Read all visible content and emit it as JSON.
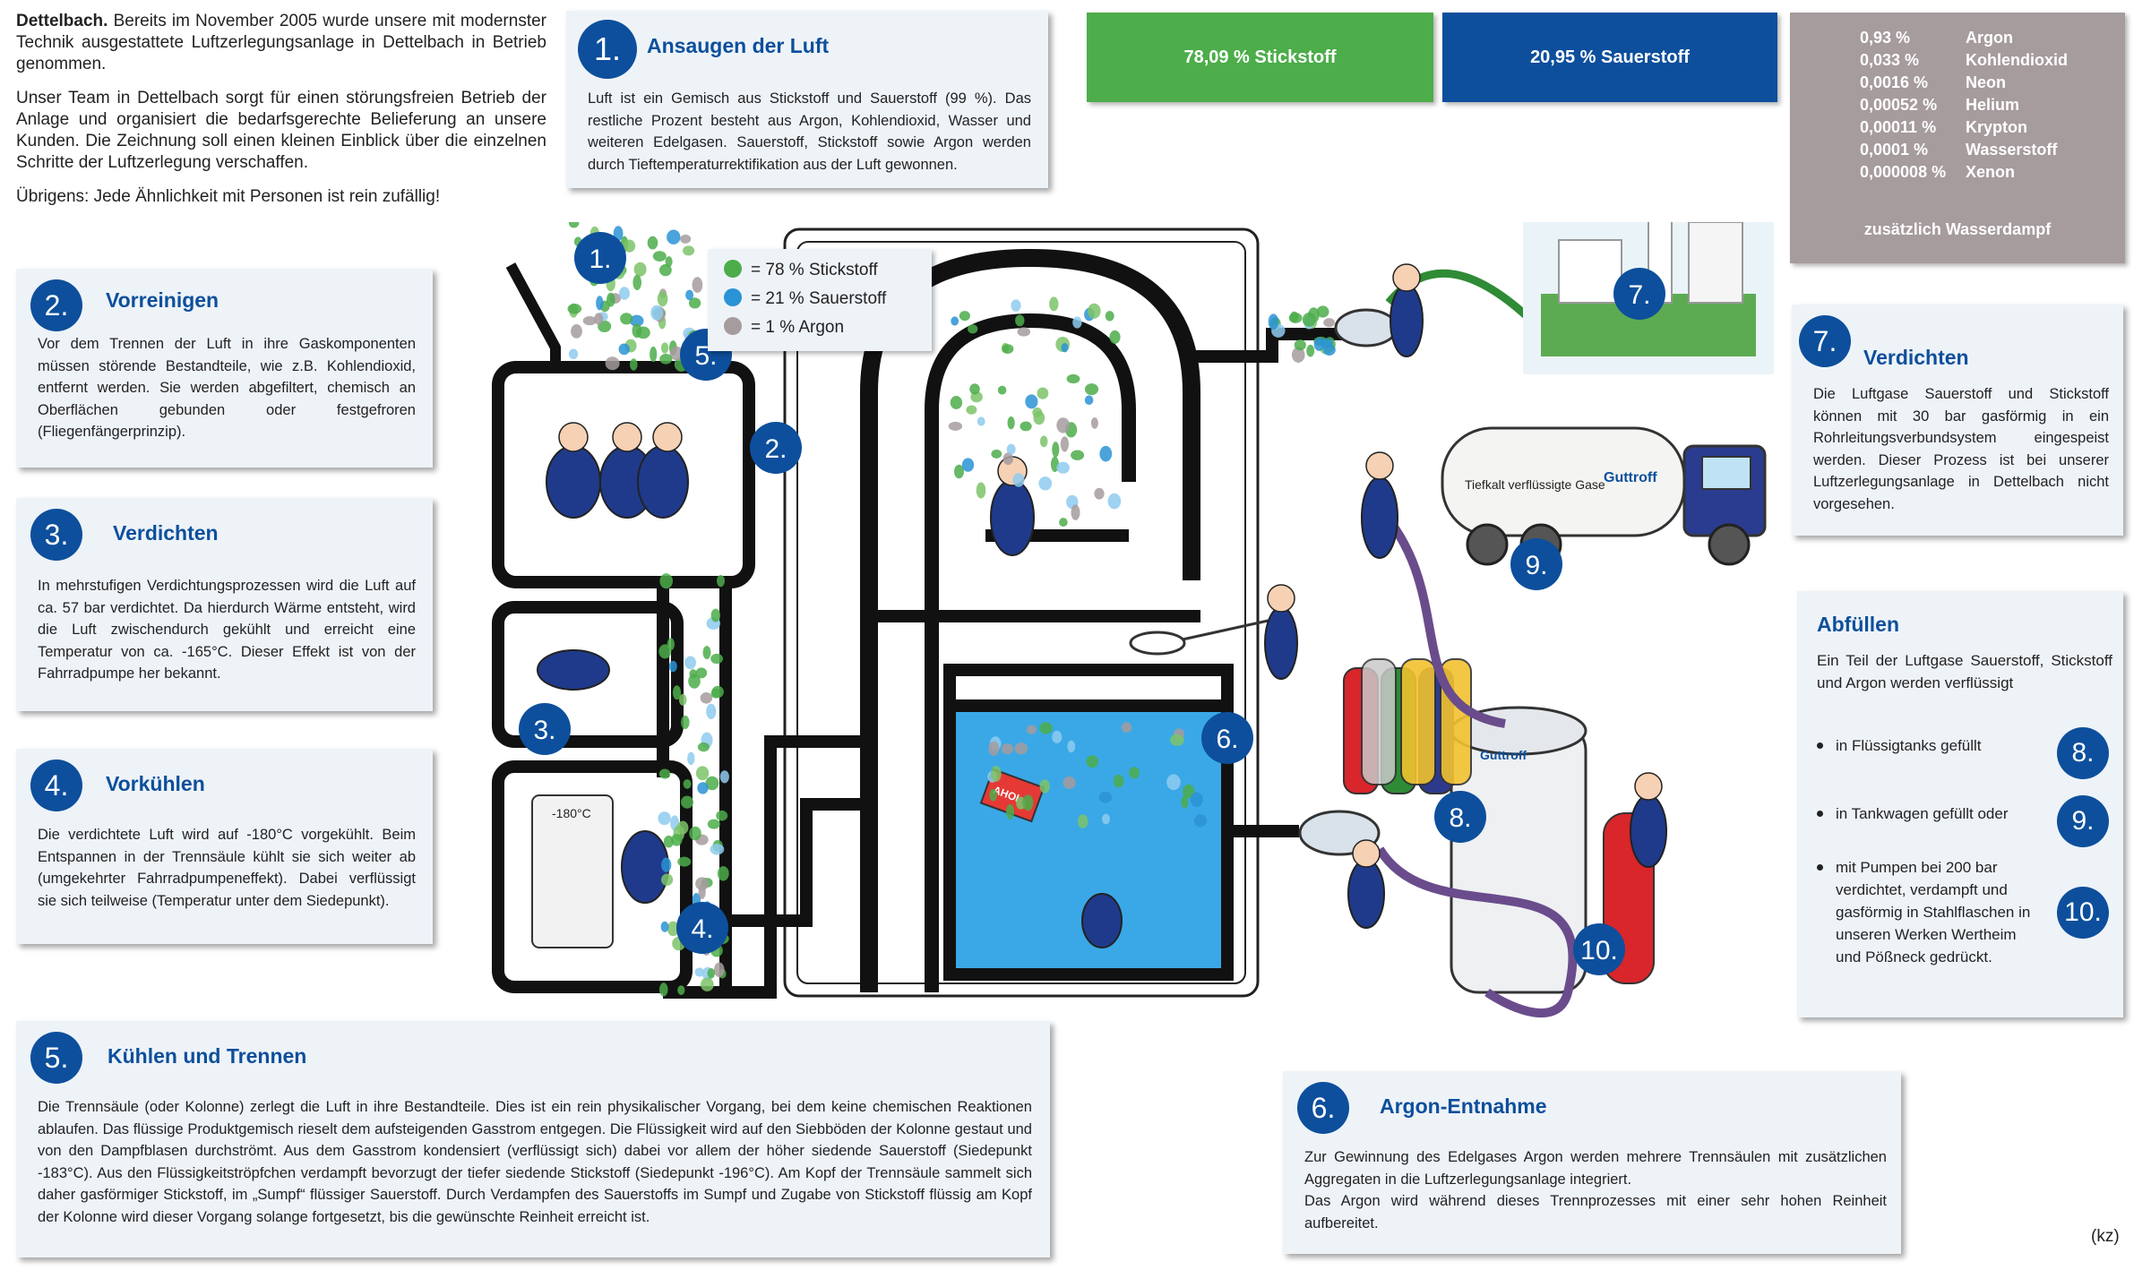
{
  "colors": {
    "blue": "#0d4f9c",
    "green": "#4cad4a",
    "grey": "#a69b9d",
    "card": "#eef3f8",
    "water": "#3aa8e6"
  },
  "intro": {
    "lead": "Dettelbach.",
    "p1": " Bereits im November 2005 wurde unsere mit modernster Technik ausgestattete Luftzerlegungsanlage in Dettelbach in Betrieb genommen.",
    "p2": "Unser Team in Dettelbach sorgt für einen störungsfreien Betrieb der Anlage und organisiert die bedarfsgerechte Belieferung an unsere Kunden. Die Zeichnung soll einen kleinen Einblick über die einzelnen Schritte der Luftzerlegung verschaffen.",
    "p3": "Übrigens: Jede Ähnlichkeit mit Personen ist rein zufällig!"
  },
  "step1": {
    "num": "1.",
    "title": "Ansaugen der Luft",
    "text": "Luft ist ein Gemisch aus Stickstoff und Sauerstoff (99 %). Das restliche Prozent besteht aus Argon, Kohlendioxid, Wasser und weiteren Edelgasen. Sauerstoff, Stickstoff sowie Argon werden durch Tieftemperaturrektifikation aus der Luft gewonnen."
  },
  "gas_bars": {
    "nitrogen": "78,09 % Stickstoff",
    "oxygen": "20,95 % Sauerstoff"
  },
  "trace_gases": [
    {
      "pct": "0,93 %",
      "name": "Argon"
    },
    {
      "pct": "0,033 %",
      "name": "Kohlendioxid"
    },
    {
      "pct": "0,0016 %",
      "name": "Neon"
    },
    {
      "pct": "0,00052 %",
      "name": "Helium"
    },
    {
      "pct": "0,00011 %",
      "name": "Krypton"
    },
    {
      "pct": "0,0001 %",
      "name": "Wasserstoff"
    },
    {
      "pct": "0,000008 %",
      "name": "Xenon"
    }
  ],
  "trace_extra": "zusätzlich Wasserdampf",
  "legend": [
    {
      "label": "= 78 % Stickstoff",
      "color": "#4cad4a"
    },
    {
      "label": "= 21 % Sauerstoff",
      "color": "#2a93d5"
    },
    {
      "label": "=    1 % Argon",
      "color": "#a69b9d"
    }
  ],
  "step2": {
    "num": "2.",
    "title": "Vorreinigen",
    "text": "Vor dem Trennen der Luft in ihre Gaskomponenten müssen störende Bestandteile, wie z.B. Kohlendioxid, entfernt werden. Sie werden abgefiltert, chemisch an Oberflächen gebunden oder festgefroren (Fliegenfängerprinzip)."
  },
  "step3": {
    "num": "3.",
    "title": "Verdichten",
    "text": "In mehrstufigen Verdichtungsprozessen wird die Luft auf ca. 57 bar verdichtet. Da hierdurch Wärme entsteht, wird die Luft zwischendurch gekühlt und erreicht eine Temperatur von  ca. -165°C. Dieser Effekt ist von der Fahrradpumpe her bekannt."
  },
  "step4": {
    "num": "4.",
    "title": "Vorkühlen",
    "text": "Die verdichtete Luft wird auf -180°C vorgekühlt. Beim Entspannen in der Trennsäule kühlt sie sich weiter ab (umgekehrter Fahrradpumpeneffekt). Dabei verflüssigt sie sich teilweise (Temperatur unter dem Siedepunkt)."
  },
  "step5": {
    "num": "5.",
    "title": "Kühlen und Trennen",
    "text": "Die Trennsäule (oder Kolonne) zerlegt die Luft in ihre Bestandteile. Dies ist ein rein physikalischer Vorgang, bei dem keine chemischen Reaktionen ablaufen. Das flüssige Produktgemisch rieselt dem aufsteigenden Gasstrom entgegen. Die Flüssigkeit wird auf den Siebböden der Kolonne gestaut und von den Dampfblasen durchströmt. Aus dem Gasstrom kondensiert (verflüssigt sich) dabei vor allem der höher siedende Sauerstoff (Siedepunkt -183°C). Aus den Flüssigkeitströpfchen verdampft bevorzugt der tiefer siedende Stickstoff (Siedepunkt -196°C). Am Kopf der Trennsäule sammelt sich daher gasförmiger Stickstoff, im „Sumpf“ flüssiger Sauerstoff. Durch Verdampfen des Sauerstoffs im Sumpf und Zugabe von Stickstoff flüssig am Kopf der Kolonne wird dieser Vorgang solange fortgesetzt, bis die gewünschte Reinheit erreicht ist."
  },
  "step6": {
    "num": "6.",
    "title": "Argon-Entnahme",
    "text1": "Zur Gewinnung des Edelgases Argon werden mehrere Trennsäulen mit zusätzlichen Aggregaten in die Luftzerlegungsanlage integriert.",
    "text2": "Das Argon wird während dieses Trennprozesses mit einer sehr hohen Reinheit aufbereitet."
  },
  "step7": {
    "num": "7.",
    "title": "Verdichten",
    "text": "Die Luftgase Sauerstoff und Stickstoff können mit 30 bar gasförmig in ein Rohrleitungsverbundsystem eingespeist werden. Dieser Prozess ist bei unserer Luftzerlegungsanlage in Dettelbach nicht vorgesehen."
  },
  "fill": {
    "title": "Abfüllen",
    "text": "Ein Teil der Luftgase Sauerstoff, Stickstoff und Argon werden verflüssigt",
    "items": [
      {
        "text": "in Flüssigtanks gefüllt",
        "num": "8."
      },
      {
        "text": "in Tankwagen gefüllt oder",
        "num": "9."
      },
      {
        "text": "mit Pumpen bei 200 bar verdichtet, verdampft und gasförmig in Stahlflaschen in unseren Werken Wertheim und Pößneck gedrückt.",
        "num": "10."
      }
    ]
  },
  "drawing": {
    "badges": [
      "1.",
      "2.",
      "3.",
      "4.",
      "5.",
      "6.",
      "7.",
      "8.",
      "9.",
      "10."
    ],
    "fridge_label": "-180°C",
    "truck_text": "Tiefkalt verflüssigte Gase",
    "logo": "Guttroff",
    "sign": "AHOI"
  },
  "credit": "(kz)"
}
